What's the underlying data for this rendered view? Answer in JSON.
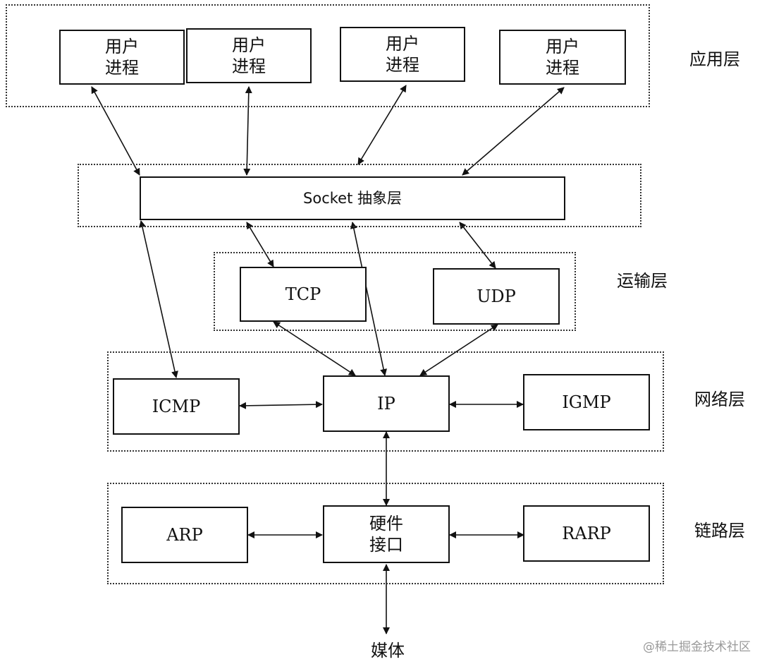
{
  "layers": {
    "application": "应用层",
    "transport": "运输层",
    "network": "网络层",
    "link": "链路层"
  },
  "nodes": {
    "user_process_1": "用户\n进程",
    "user_process_2": "用户\n进程",
    "user_process_3": "用户\n进程",
    "user_process_4": "用户\n进程",
    "socket": "Socket 抽象层",
    "tcp": "TCP",
    "udp": "UDP",
    "icmp": "ICMP",
    "ip": "IP",
    "igmp": "IGMP",
    "arp": "ARP",
    "hardware": "硬件\n接口",
    "rarp": "RARP",
    "media": "媒体"
  },
  "watermark": "@稀土掘金技术社区"
}
